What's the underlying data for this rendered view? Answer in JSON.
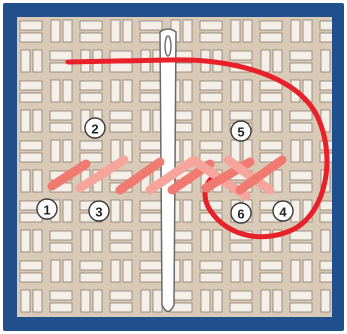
{
  "colors": {
    "frame": "#1f4f8c",
    "canvas": "#d9cab8",
    "strand": "#f4efe9",
    "strand_edge": "#8b7b6b",
    "thread": "#e8202a",
    "stitch": "#f07a70",
    "stitch_light": "#f6a59c",
    "needle": "#ffffff"
  },
  "icons": [
    "needle-icon",
    "thread"
  ],
  "steps": [
    {
      "label": "1"
    },
    {
      "label": "2"
    },
    {
      "label": "3"
    },
    {
      "label": "4"
    },
    {
      "label": "5"
    },
    {
      "label": "6"
    }
  ]
}
